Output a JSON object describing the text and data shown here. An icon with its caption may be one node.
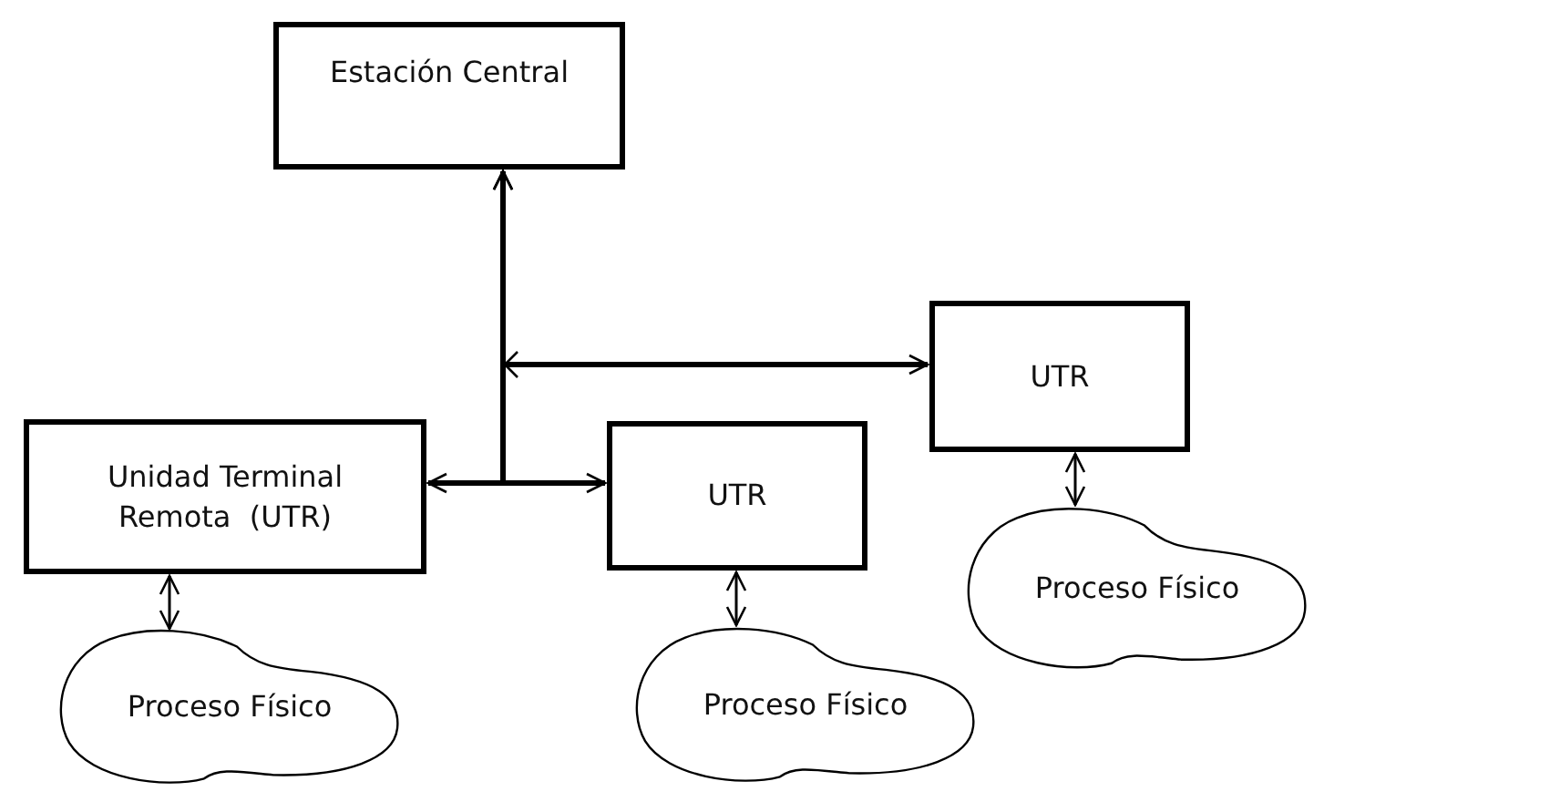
{
  "diagram": {
    "nodes": [
      {
        "text": [
          "Estación Central"
        ]
      },
      {
        "text": [
          "UTR"
        ]
      },
      {
        "text": [
          "Unidad Terminal Remota  (UTR)"
        ]
      },
      {
        "text": [
          "UTR"
        ]
      },
      {
        "text": [
          "Proceso Físico"
        ]
      },
      {
        "text": [
          "Proceso Físico"
        ]
      },
      {
        "text": [
          "Proceso Físico"
        ]
      }
    ],
    "edges": [
      {
        "from": 0,
        "to": 1,
        "arrow": "both",
        "style": "thick"
      },
      {
        "from": 0,
        "to": 2,
        "arrow": "both",
        "style": "thick"
      },
      {
        "from": 0,
        "to": 3,
        "arrow": "both",
        "style": "thick"
      },
      {
        "from": 1,
        "to": 4,
        "arrow": "both"
      },
      {
        "from": 2,
        "to": 5,
        "arrow": "both"
      },
      {
        "from": 3,
        "to": 6,
        "arrow": "both"
      }
    ]
  }
}
